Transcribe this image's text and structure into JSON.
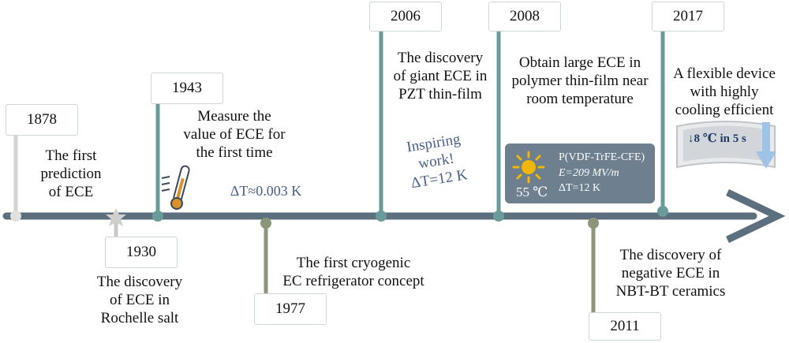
{
  "colors": {
    "axis": "#5b6f7f",
    "stem_teal": "#6b9a9a",
    "stem_olive": "#8b957a",
    "stem_grey": "#c9c9c9",
    "label_blue": "#46608a",
    "card": "#6e7f8f"
  },
  "events": [
    {
      "year": "1878",
      "lines": [
        "The first",
        "prediction",
        "of ECE"
      ]
    },
    {
      "year": "1930",
      "lines": [
        "The discovery",
        "of ECE in",
        "Rochelle salt"
      ]
    },
    {
      "year": "1943",
      "lines": [
        "Measure the",
        "value of ECE for",
        "the first time"
      ],
      "note": "ΔT≈0.003 K"
    },
    {
      "year": "1977",
      "lines": [
        "The first cryogenic",
        "EC refrigerator concept"
      ]
    },
    {
      "year": "2006",
      "lines": [
        "The discovery",
        "of giant ECE in",
        "PZT thin-film"
      ],
      "note_lines": [
        "Inspiring",
        "work!",
        "ΔT=12 K"
      ]
    },
    {
      "year": "2008",
      "lines": [
        "Obtain large ECE in",
        "polymer thin-film near",
        "room temperature"
      ]
    },
    {
      "year": "2011",
      "lines": [
        "The discovery of",
        "negative ECE in",
        "NBT-BT ceramics"
      ]
    },
    {
      "year": "2017",
      "lines": [
        "A flexible device",
        "with highly",
        "cooling efficient"
      ]
    }
  ],
  "card_2008": {
    "material": "P(VDF-TrFE-CFE)",
    "field": "E=209 MV/m",
    "delta_t": "ΔT=12 K",
    "temperature": "55 ℃",
    "icon": "sun-icon"
  },
  "device_2017": {
    "label": "↓8 ℃ in 5 s",
    "icon": "cooling-arrow-icon"
  },
  "icons": {
    "thermometer": "thermometer-icon",
    "star": "star-icon"
  }
}
